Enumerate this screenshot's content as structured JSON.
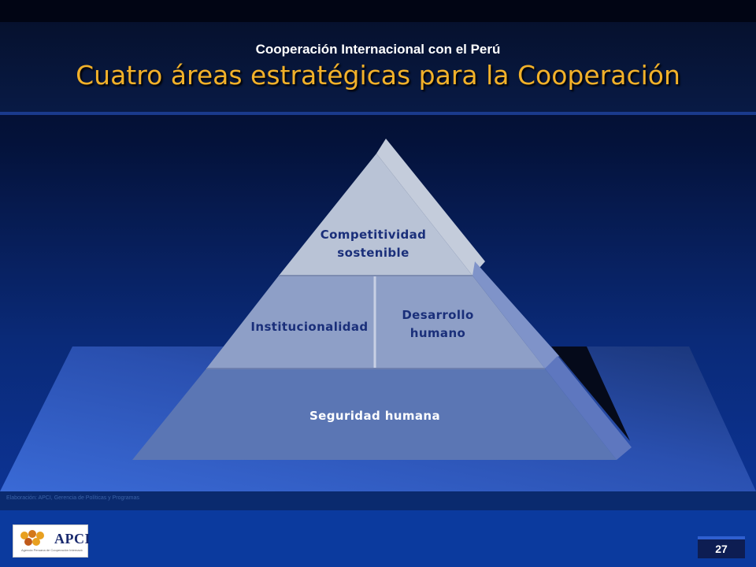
{
  "header": {
    "subtitle": "Cooperación Internacional con el Perú",
    "title": "Cuatro áreas estratégicas para la Cooperación"
  },
  "pyramid": {
    "apex_line1": "Competitividad",
    "apex_line2": "sostenible",
    "middle_left": "Institucionalidad",
    "middle_right_line1": "Desarrollo",
    "middle_right_line2": "humano",
    "base": "Seguridad humana"
  },
  "footer": {
    "source": "Elaboración: APCI, Gerencia de Políticas y Programas",
    "logo_text": "APCI",
    "logo_subtext": "Agencia Peruana de Cooperación Internacional",
    "page_number": "27"
  },
  "colors": {
    "title": "#f2b12a",
    "apex": "#b9c3d6",
    "middle": "#8e9fc7",
    "base": "#5b76b4",
    "label": "#1a2f7a"
  }
}
